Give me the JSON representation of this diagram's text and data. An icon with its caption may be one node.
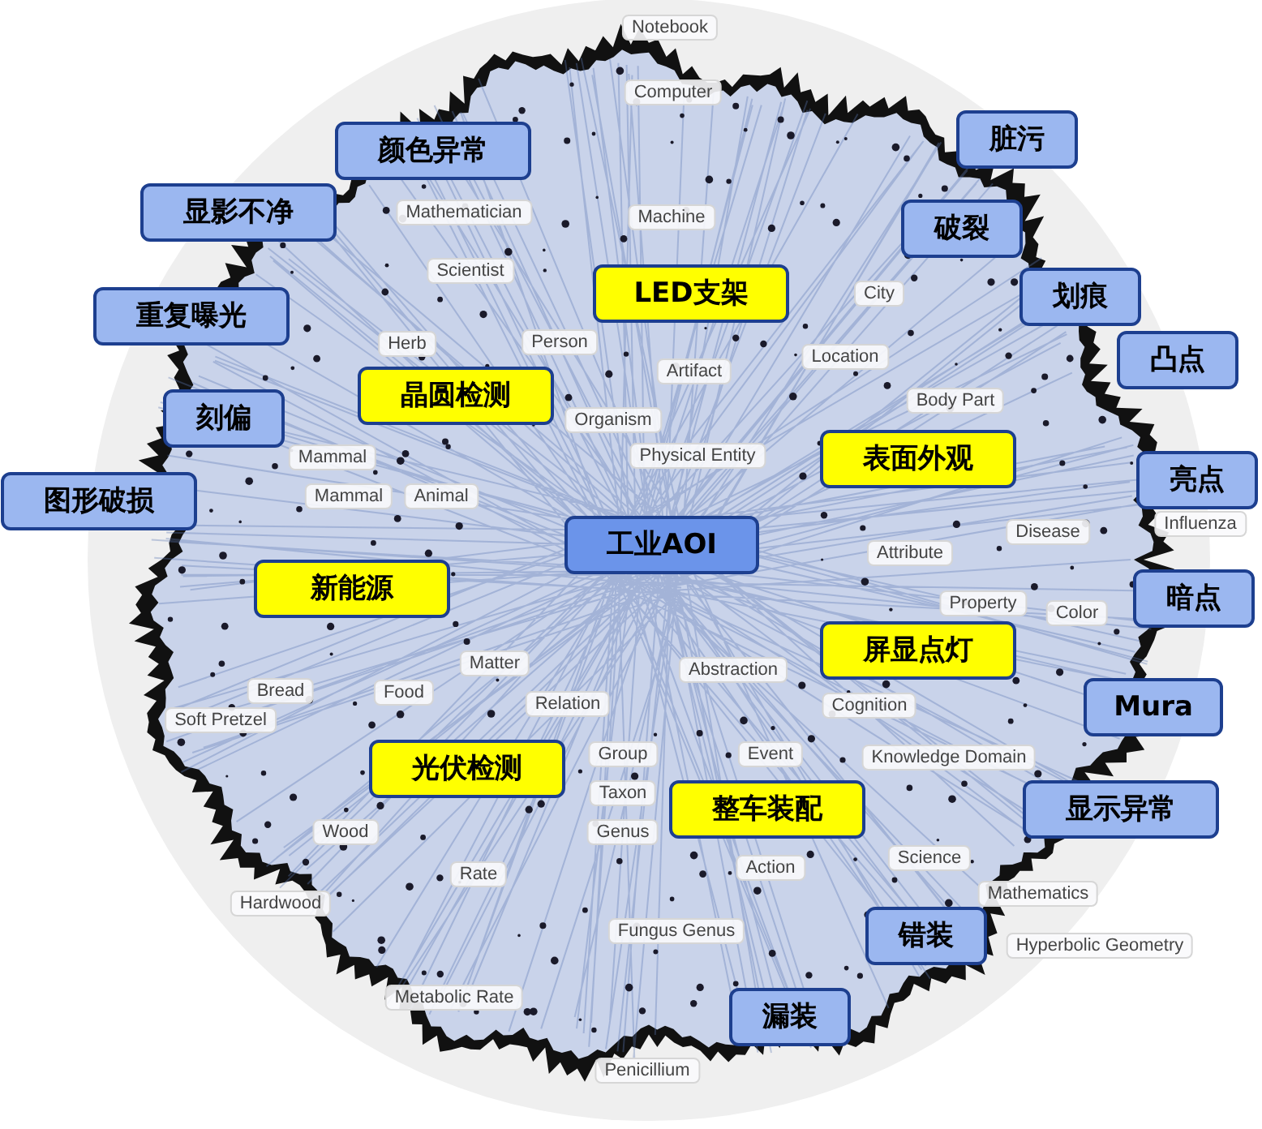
{
  "diagram": {
    "nodes": [
      {
        "text": [
          "Notebook"
        ]
      },
      {
        "text": [
          "Computer"
        ]
      },
      {
        "text": [
          "脏污"
        ]
      },
      {
        "text": [
          "颜色异常"
        ]
      },
      {
        "text": [
          "显影不净"
        ]
      },
      {
        "text": [
          "Mathematician"
        ]
      },
      {
        "text": [
          "Machine"
        ]
      },
      {
        "text": [
          "破裂"
        ]
      },
      {
        "text": [
          "Scientist"
        ]
      },
      {
        "text": [
          "LED支架"
        ]
      },
      {
        "text": [
          "划痕"
        ]
      },
      {
        "text": [
          "City"
        ]
      },
      {
        "text": [
          "重复曝光"
        ]
      },
      {
        "text": [
          "Herb"
        ]
      },
      {
        "text": [
          "Location"
        ]
      },
      {
        "text": [
          "凸点"
        ]
      },
      {
        "text": [
          "Person"
        ]
      },
      {
        "text": [
          "Artifact"
        ]
      },
      {
        "text": [
          "晶圆检测"
        ]
      },
      {
        "text": [
          "刻偏"
        ]
      },
      {
        "text": [
          "Organism"
        ]
      },
      {
        "text": [
          "Body Part"
        ]
      },
      {
        "text": [
          "Mammal"
        ]
      },
      {
        "text": [
          "Physical Entity"
        ]
      },
      {
        "text": [
          "表面外观"
        ]
      },
      {
        "text": [
          "亮点"
        ]
      },
      {
        "text": [
          "Mammal"
        ]
      },
      {
        "text": [
          "Animal"
        ]
      },
      {
        "text": [
          "图形破损"
        ]
      },
      {
        "text": [
          "Influenza"
        ]
      },
      {
        "text": [
          "Disease"
        ]
      },
      {
        "text": [
          "工业AOI"
        ]
      },
      {
        "text": [
          "Attribute"
        ]
      },
      {
        "text": [
          "新能源"
        ]
      },
      {
        "text": [
          "暗点"
        ]
      },
      {
        "text": [
          "Property"
        ]
      },
      {
        "text": [
          "Color"
        ]
      },
      {
        "text": [
          "屏显点灯"
        ]
      },
      {
        "text": [
          "Matter"
        ]
      },
      {
        "text": [
          "Abstraction"
        ]
      },
      {
        "text": [
          "Bread"
        ]
      },
      {
        "text": [
          "Food"
        ]
      },
      {
        "text": [
          "Relation"
        ]
      },
      {
        "text": [
          "Mura"
        ]
      },
      {
        "text": [
          "Cognition"
        ]
      },
      {
        "text": [
          "Soft Pretzel"
        ]
      },
      {
        "text": [
          "光伏检测"
        ]
      },
      {
        "text": [
          "Group"
        ]
      },
      {
        "text": [
          "Event"
        ]
      },
      {
        "text": [
          "Taxon"
        ]
      },
      {
        "text": [
          "整车装配"
        ]
      },
      {
        "text": [
          "Knowledge Domain"
        ]
      },
      {
        "text": [
          "显示异常"
        ]
      },
      {
        "text": [
          "Genus"
        ]
      },
      {
        "text": [
          "Science"
        ]
      },
      {
        "text": [
          "Wood"
        ]
      },
      {
        "text": [
          "Action"
        ]
      },
      {
        "text": [
          "Rate"
        ]
      },
      {
        "text": [
          "Hardwood"
        ]
      },
      {
        "text": [
          "Mathematics"
        ]
      },
      {
        "text": [
          "Fungus Genus"
        ]
      },
      {
        "text": [
          "错装"
        ]
      },
      {
        "text": [
          "Hyperbolic Geometry"
        ]
      },
      {
        "text": [
          "Metabolic Rate"
        ]
      },
      {
        "text": [
          "漏装"
        ]
      },
      {
        "text": [
          "Penicillium"
        ]
      }
    ]
  }
}
